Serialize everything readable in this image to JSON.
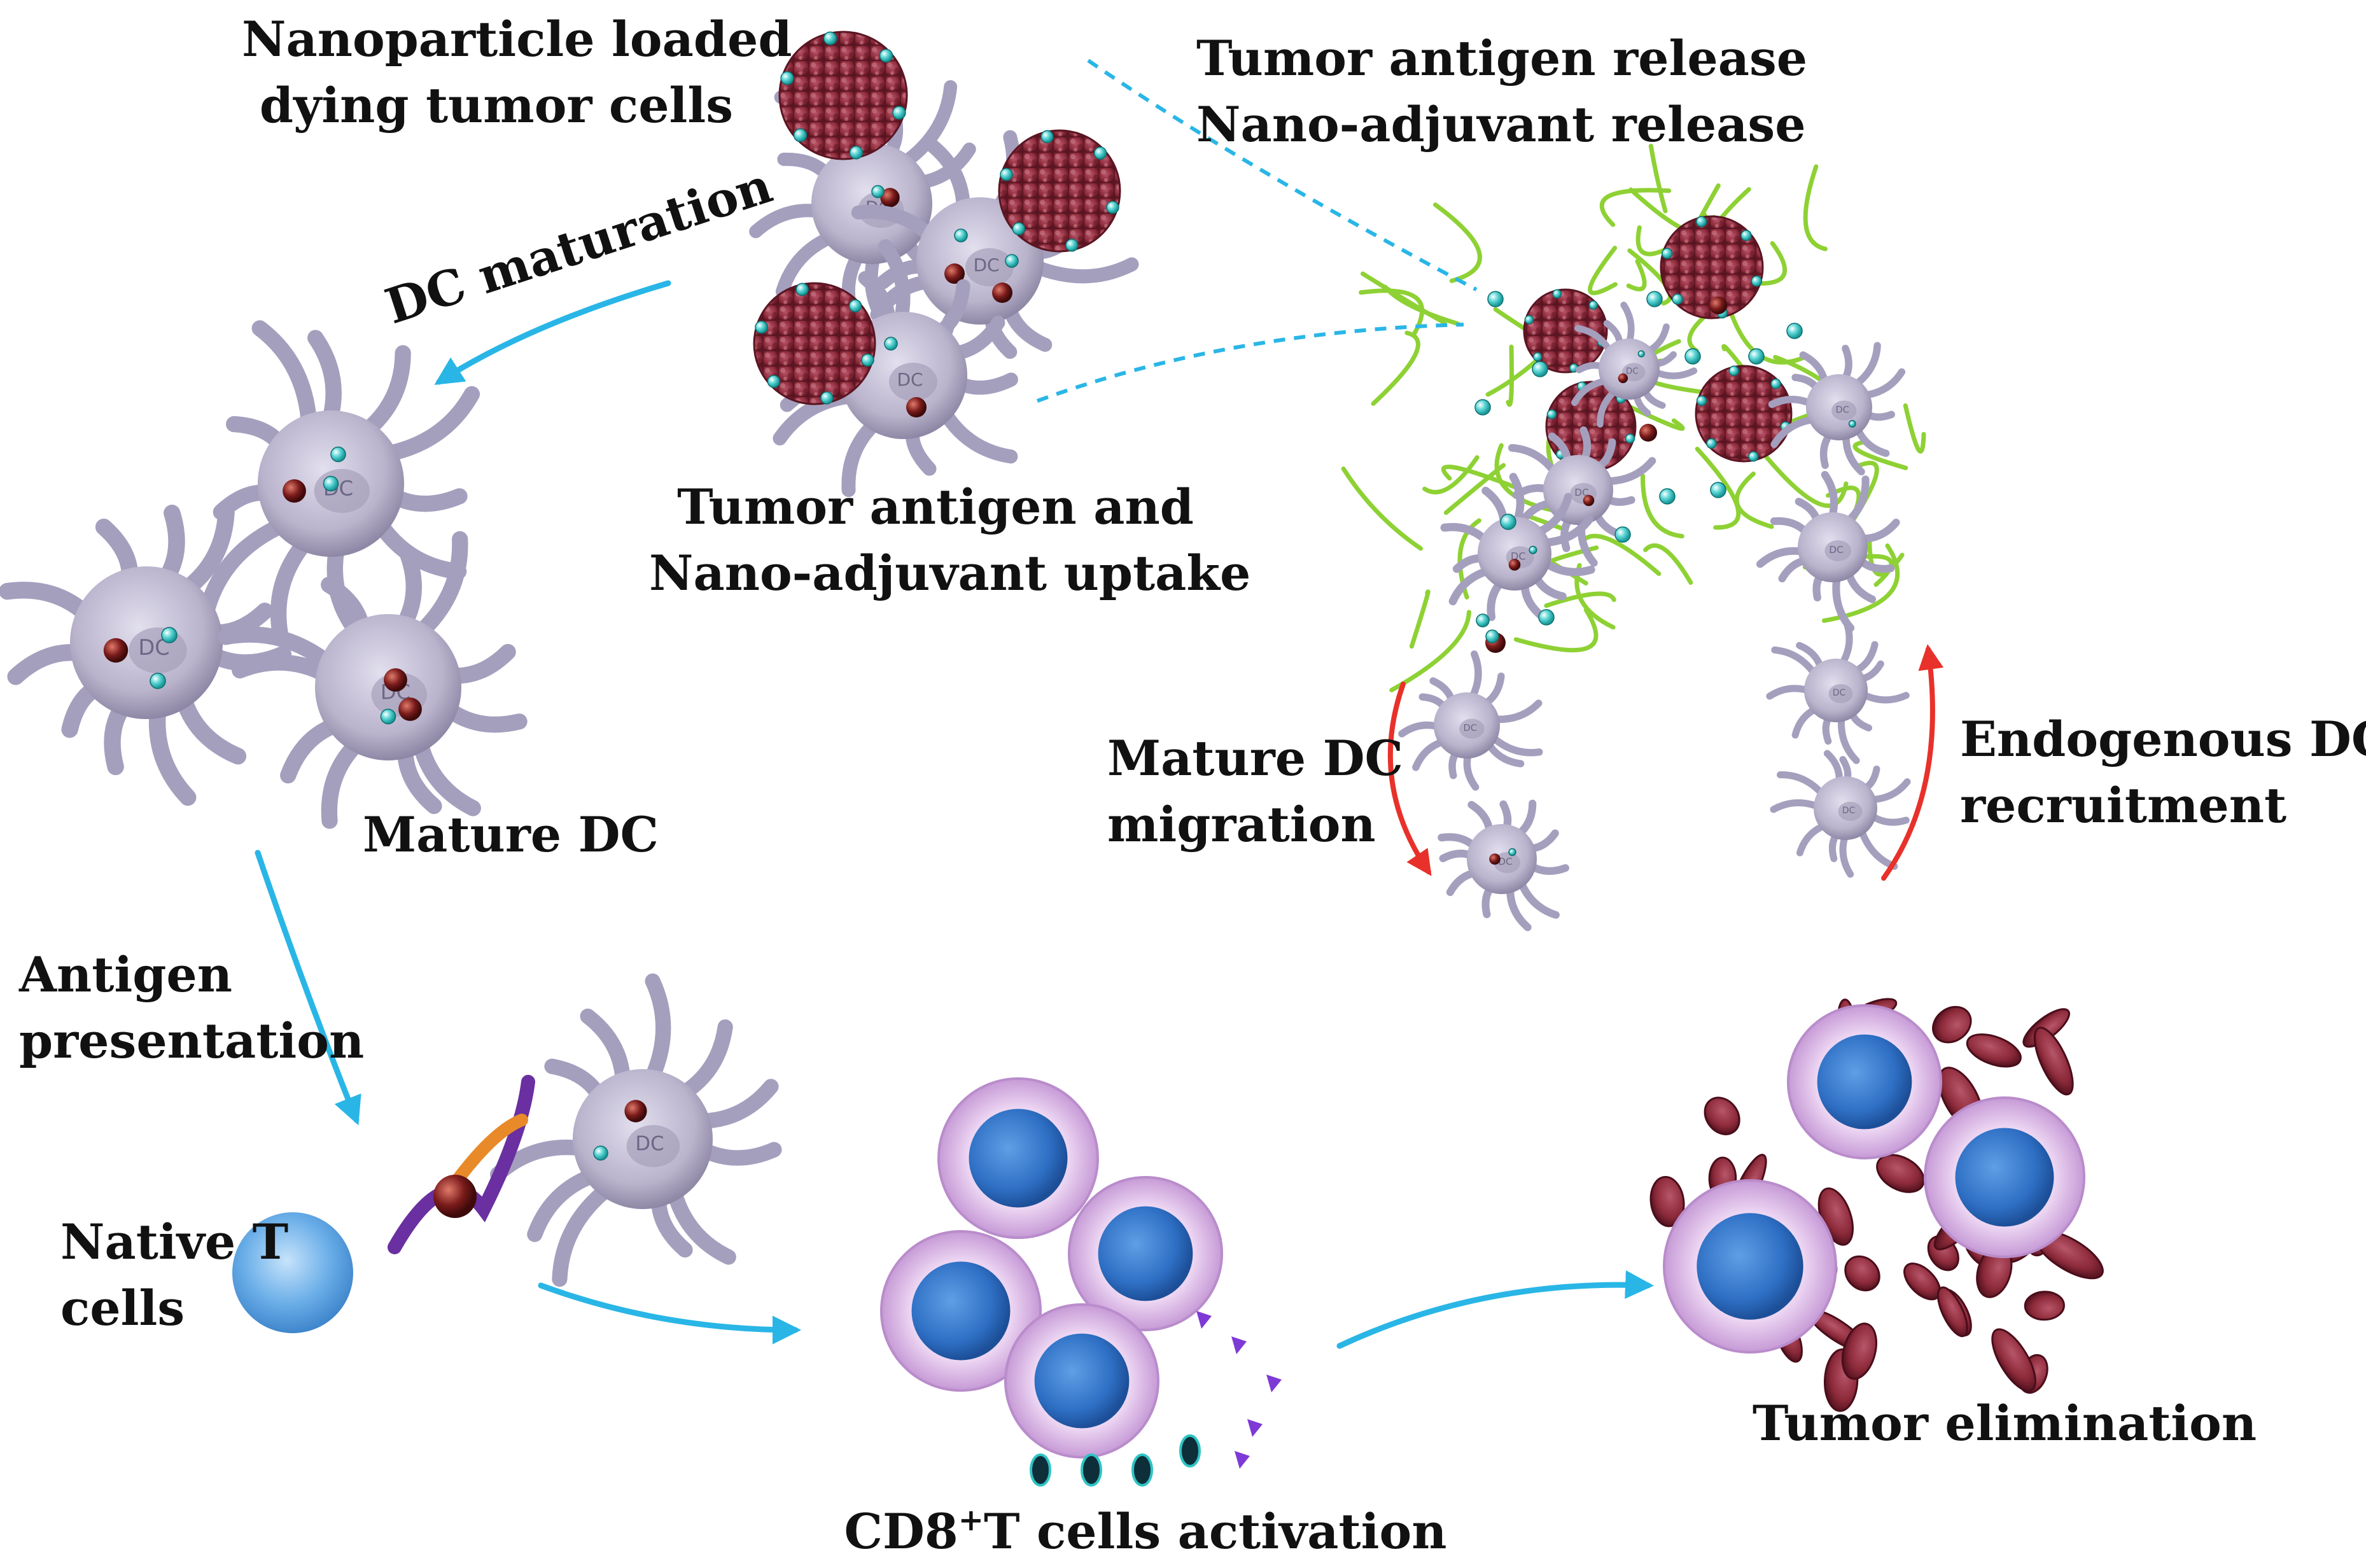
{
  "labels": {
    "np_loaded": [
      "Nanoparticle loaded",
      "dying tumor cells"
    ],
    "release": [
      "Tumor antigen release",
      "Nano-adjuvant release"
    ],
    "dc_maturation": "DC maturation",
    "uptake": [
      "Tumor antigen and",
      "Nano-adjuvant uptake"
    ],
    "mature_dc": "Mature DC",
    "mature_dc_migration": [
      "Mature DC",
      "migration"
    ],
    "endogenous": [
      "Endogenous DC",
      "recruitment"
    ],
    "antigen_presentation": [
      "Antigen",
      "presentation"
    ],
    "native_t": [
      "Native T",
      "cells"
    ],
    "cd8_pre": "CD8",
    "cd8_sup": "+",
    "cd8_post": "T cells activation",
    "tumor_elimination": "Tumor elimination",
    "dc_cell_text": "DC"
  },
  "colors": {
    "flow_arrow": "#29b6e6",
    "migration_arrow": "#e8312a",
    "dc_body": "#b9b3cc",
    "tumor_cell": "#8c2a3a",
    "hydrogel_fiber": "#8ed134",
    "t_cell_native": "#6aaee8",
    "cd8_membrane": "#d8b4e2",
    "cd8_nucleus": "#2e6fc4",
    "nano_bead": "#2ec4c4",
    "adjuvant_bead": "#7a1b1b"
  }
}
